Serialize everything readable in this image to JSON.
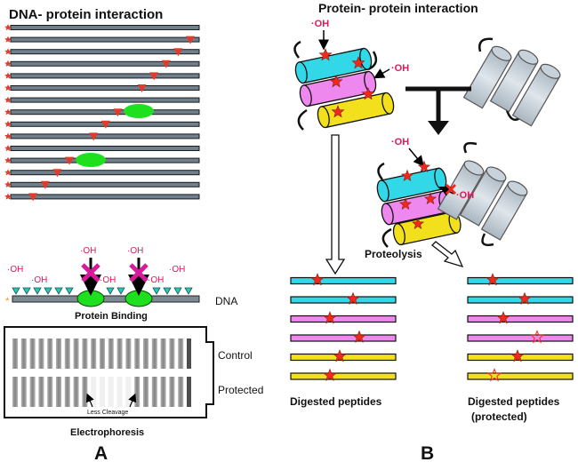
{
  "panel_a": {
    "title": "DNA- protein interaction",
    "oh_label": "·OH",
    "dna_label": "DNA",
    "protein_binding_label": "Protein Binding",
    "control_label": "Control",
    "protected_label": "Protected",
    "less_cleavage_label": "Less Cleavage",
    "electrophoresis_label": "Electrophoresis",
    "panel_letter": "A"
  },
  "panel_b": {
    "title": "Protein- protein interaction",
    "oh_label": "·OH",
    "proteolysis_label": "Proteolysis",
    "digested_label": "Digested peptides",
    "digested_protected_label_1": "Digested peptides",
    "digested_protected_label_2": "(protected)",
    "panel_letter": "B"
  },
  "colors": {
    "dna_strand": "#6f7f8b",
    "cut_marker": "#e23b2b",
    "protein_green": "#1fe01f",
    "oh_text": "#e0185a",
    "magenta_x": "#d81b9a",
    "cyan_helix": "#33d8e8",
    "pink_helix": "#ee88ee",
    "yellow_helix": "#f2e01c",
    "grey_protein": "#c8d2da",
    "star_red": "#ee2a1c"
  }
}
